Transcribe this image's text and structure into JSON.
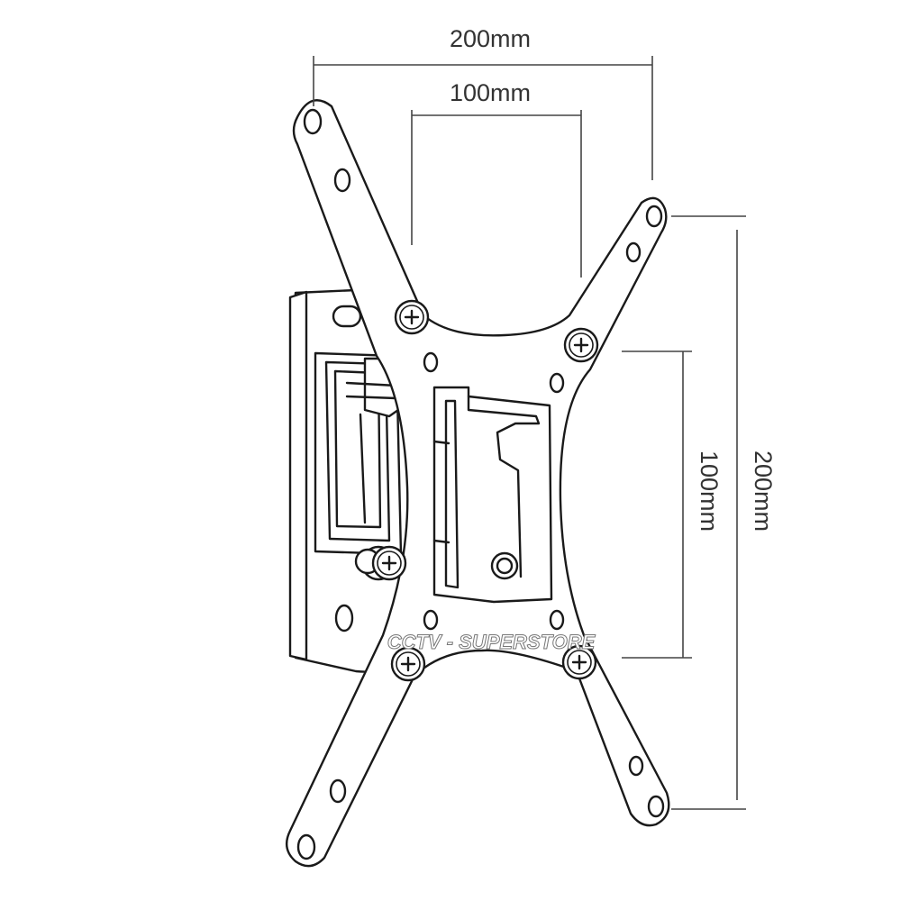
{
  "dimensions": {
    "outer_width": "200mm",
    "inner_width": "100mm",
    "inner_height": "100mm",
    "outer_height": "200mm"
  },
  "watermark": "CCTV - SUPERSTORE",
  "icons": {
    "screw": "cross-head-screw-icon",
    "bolt": "bolt-icon"
  },
  "colors": {
    "line": "#1a1a1a",
    "dimension": "#444444",
    "background": "#ffffff"
  }
}
